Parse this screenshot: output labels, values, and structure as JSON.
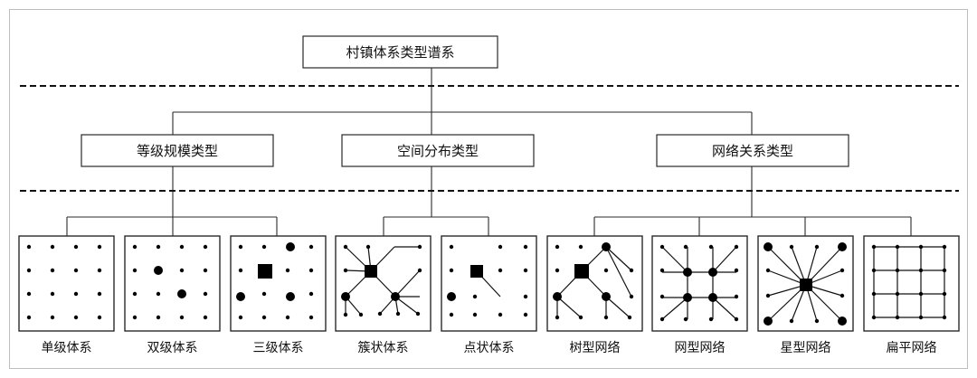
{
  "root": {
    "label": "村镇体系类型谱系"
  },
  "categories": [
    {
      "key": "scale",
      "label": "等级规模类型"
    },
    {
      "key": "space",
      "label": "空间分布类型"
    },
    {
      "key": "network",
      "label": "网络关系类型"
    }
  ],
  "panels": [
    {
      "key": "single-level",
      "label": "单级体系",
      "category": "scale"
    },
    {
      "key": "two-level",
      "label": "双级体系",
      "category": "scale"
    },
    {
      "key": "three-level",
      "label": "三级体系",
      "category": "scale"
    },
    {
      "key": "cluster",
      "label": "簇状体系",
      "category": "space"
    },
    {
      "key": "point",
      "label": "点状体系",
      "category": "space"
    },
    {
      "key": "tree",
      "label": "树型网络",
      "category": "network"
    },
    {
      "key": "mesh",
      "label": "网型网络",
      "category": "network"
    },
    {
      "key": "star",
      "label": "星型网络",
      "category": "network"
    },
    {
      "key": "flat",
      "label": "扁平网络",
      "category": "network"
    }
  ]
}
